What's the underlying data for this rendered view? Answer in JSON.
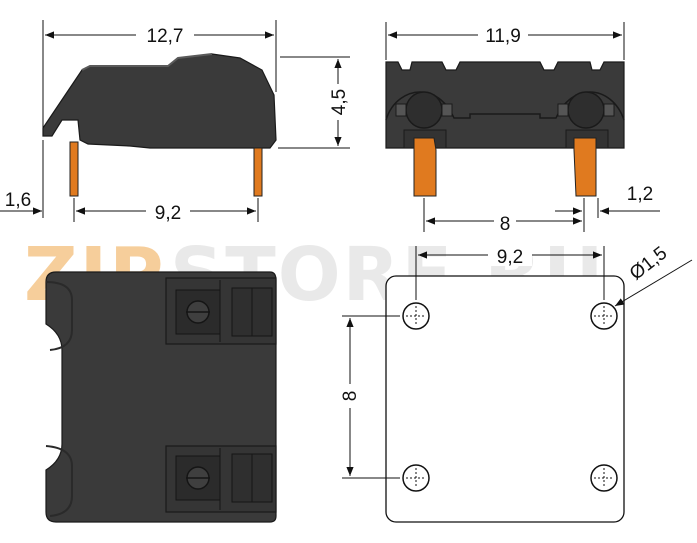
{
  "diagram": {
    "watermark": {
      "part1": "ZIP",
      "part2": "STORE.RU"
    },
    "dimensions": {
      "side_width": "12,7",
      "side_height": "4,5",
      "side_offset": "1,6",
      "side_pin_spacing": "9,2",
      "front_width": "11,9",
      "front_pin_spacing": "8",
      "front_pin_width": "1,2",
      "footprint_width": "9,2",
      "footprint_hole_diameter": "Ø1,5",
      "footprint_height": "8"
    }
  }
}
